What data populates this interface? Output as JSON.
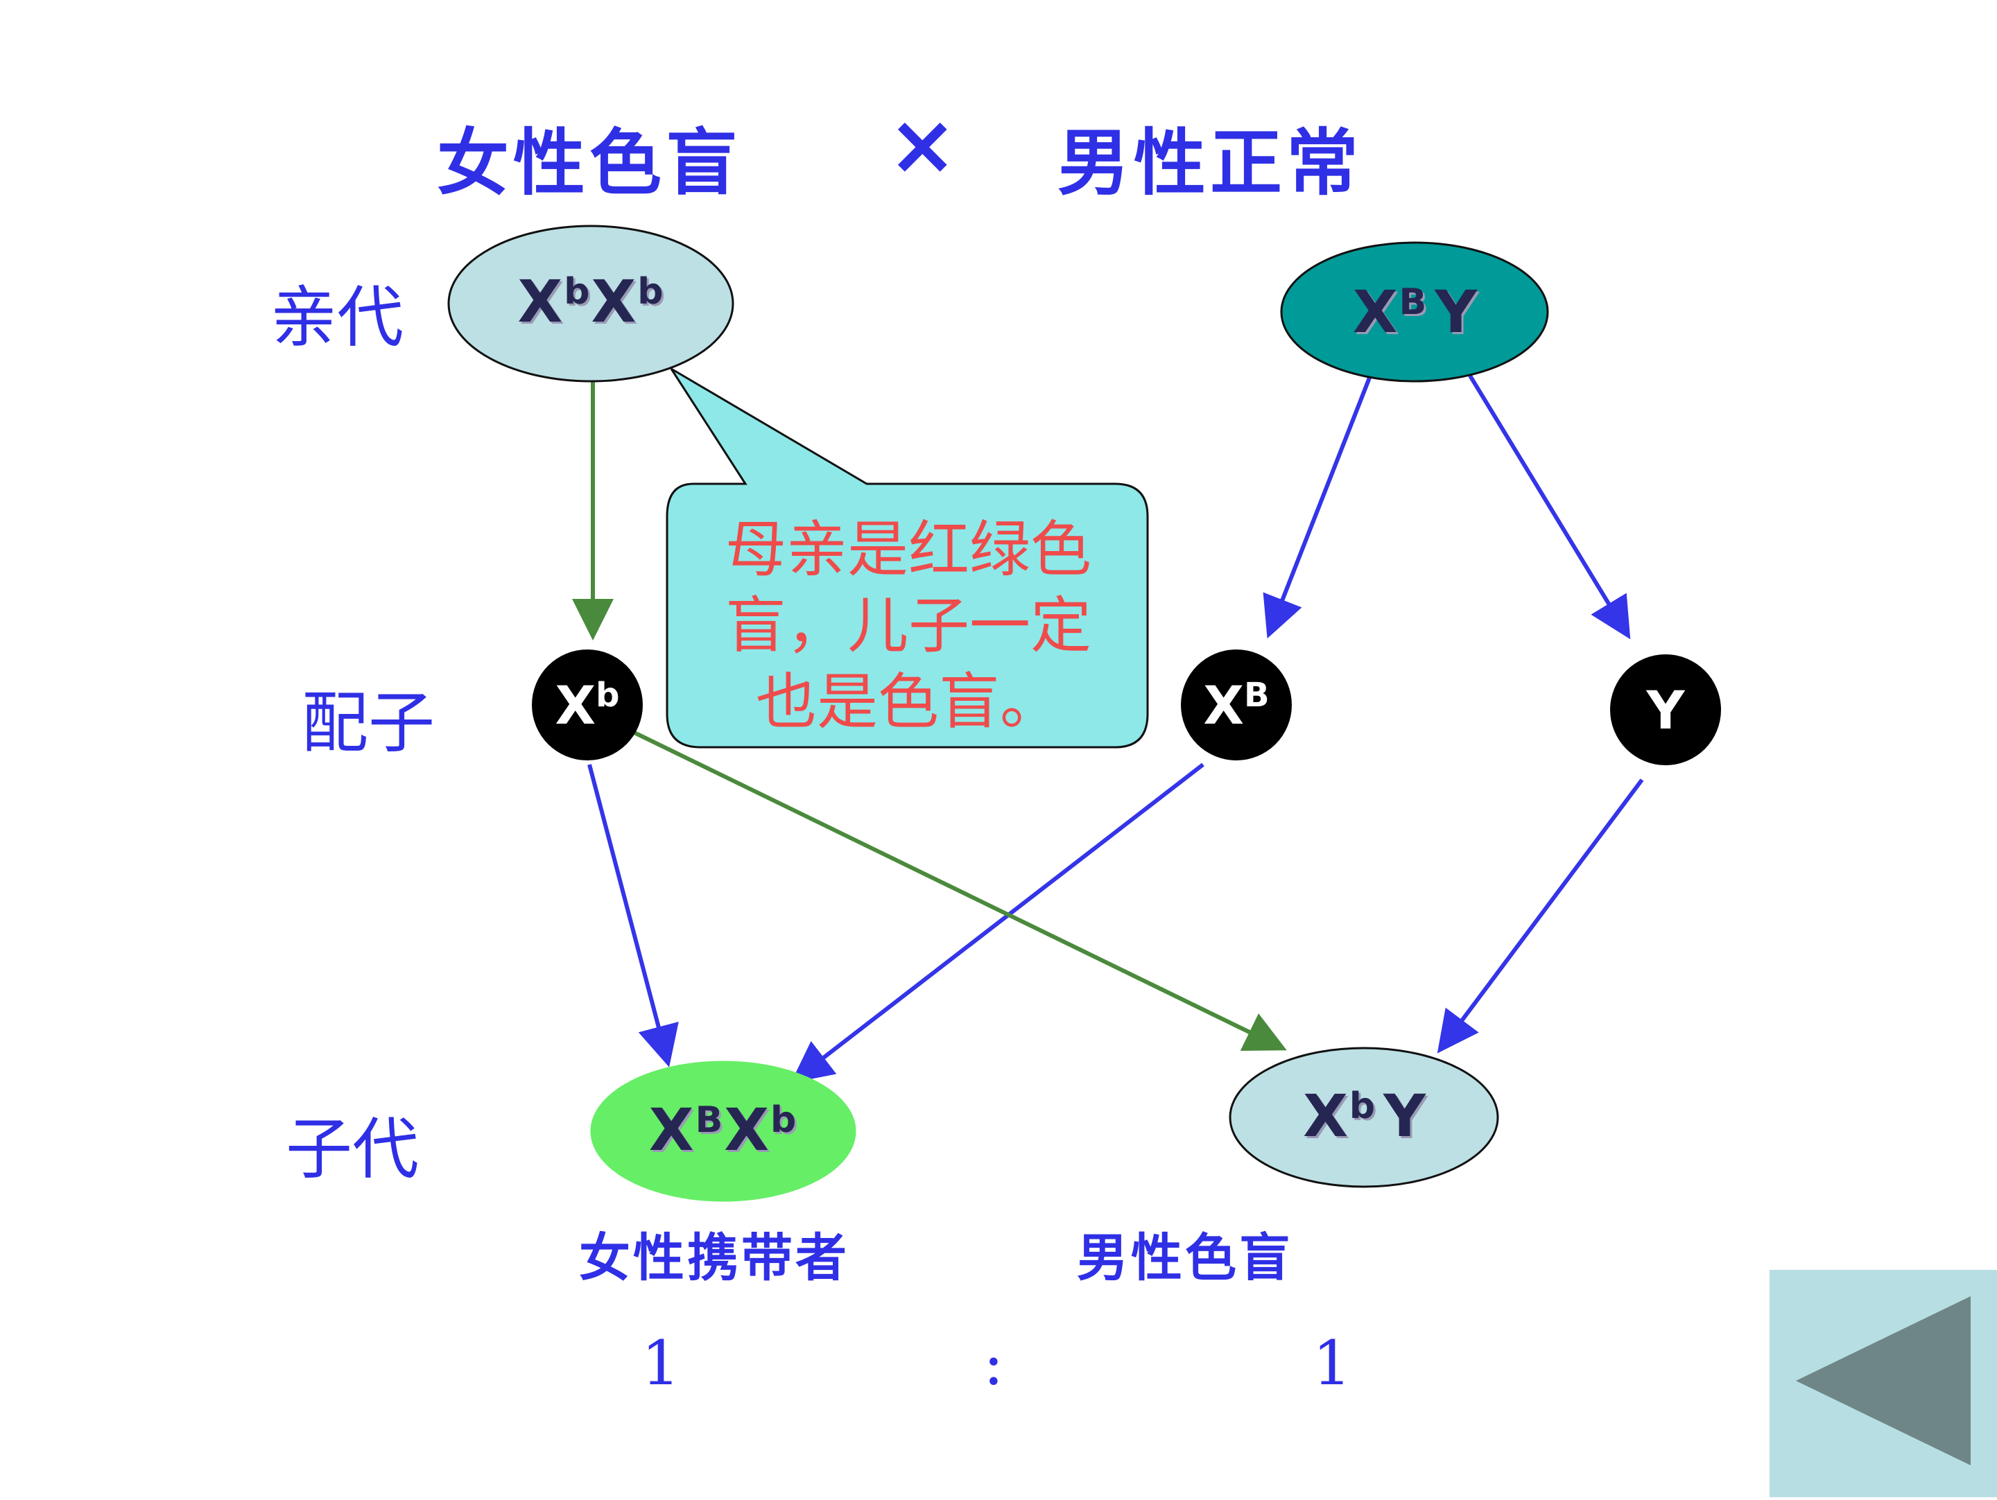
{
  "title": {
    "female": "女性色盲",
    "cross": "×",
    "male": "男性正常"
  },
  "row_labels": {
    "parents": "亲代",
    "gametes": "配子",
    "offspring": "子代"
  },
  "parents": {
    "mother": {
      "base1": "X",
      "sup1": "b",
      "base2": "X",
      "sup2": "b"
    },
    "father": {
      "base1": "X",
      "sup1": "B",
      "base2": "Y"
    }
  },
  "gametes": {
    "mother_xb": {
      "base": "X",
      "sup": "b"
    },
    "father_xB": {
      "base": "X",
      "sup": "B"
    },
    "father_y": {
      "base": "Y"
    }
  },
  "callout": {
    "line1": "母亲是红绿色",
    "line2": "盲，儿子一定",
    "line3": "也是色盲。"
  },
  "offspring": {
    "daughter": {
      "base1": "X",
      "sup1": "B",
      "base2": "X",
      "sup2": "b",
      "label": "女性携带者"
    },
    "son": {
      "base1": "X",
      "sup1": "b",
      "base2": "Y",
      "label": "男性色盲"
    }
  },
  "ratio": {
    "left": "1",
    "colon": ":",
    "right": "1"
  },
  "colors": {
    "text_blue": "#2f2fe6",
    "arrow_blue": "#3434e8",
    "arrow_green": "#4a8a3c",
    "mother_ellipse": "#bde0e4",
    "father_ellipse": "#009a98",
    "daughter_ellipse": "#66ee66",
    "son_ellipse": "#bde0e4",
    "callout_fill": "#8ee8e8",
    "callout_text": "#ef4b4b",
    "back_button_bg": "#b7dfe3",
    "back_button_triangle": "#6f8686"
  },
  "icons": {
    "back": "back-triangle-icon"
  }
}
